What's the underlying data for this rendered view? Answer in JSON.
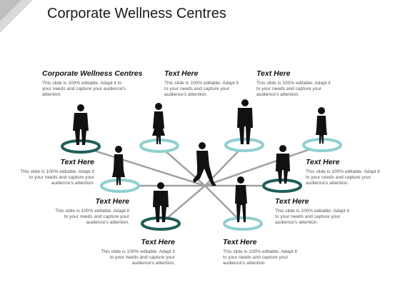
{
  "title": "Corporate Wellness Centres",
  "colors": {
    "teal_light": "#8fd0cf",
    "teal_dark": "#1f5f5a",
    "line": "#a0a0a0",
    "silhouette": "#111111"
  },
  "blocks": [
    {
      "heading": "Corporate Wellness Centres",
      "body": "This slide is 100% editable. Adapt it to your needs and capture your audience's attention."
    },
    {
      "heading": "Text Here",
      "body": "This slide is 100% editable. Adapt it to your needs and capture your audience's attention."
    },
    {
      "heading": "Text Here",
      "body": "This slide is 100% editable. Adapt it to your needs and capture your audience's attention."
    },
    {
      "heading": "Text Here",
      "body": "This slide is 100% editable. Adapt it to your needs and capture your audience's attention."
    },
    {
      "heading": "Text Here",
      "body": "This slide is 100% editable. Adapt it to your needs and capture your audience's attention."
    },
    {
      "heading": "Text Here",
      "body": "This slide is 100% editable. Adapt it to your needs and capture your audience's attention."
    },
    {
      "heading": "Text Here",
      "body": "This slide is 100% editable. Adapt it to your needs and capture your audience's attention."
    },
    {
      "heading": "Text Here",
      "body": "This slide is 100% editable. Adapt it to your needs and capture your audience's attention."
    },
    {
      "heading": "Text Here",
      "body": "This slide is 100% editable. Adapt it to your needs and capture your audience's attention."
    }
  ]
}
